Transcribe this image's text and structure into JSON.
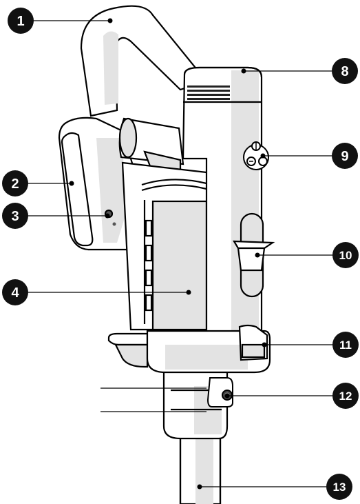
{
  "figure": {
    "subject": "handheld-stick-vacuum-main-unit",
    "callouts": [
      {
        "label": "1"
      },
      {
        "label": "2"
      },
      {
        "label": "3"
      },
      {
        "label": "4"
      },
      {
        "label": "8"
      },
      {
        "label": "9"
      },
      {
        "label": "10"
      },
      {
        "label": "11"
      },
      {
        "label": "12"
      },
      {
        "label": "13"
      }
    ],
    "colors": {
      "outline": "#000000",
      "shade": "#e3e3e3",
      "badge": "#111111",
      "badge_text": "#ffffff"
    }
  }
}
